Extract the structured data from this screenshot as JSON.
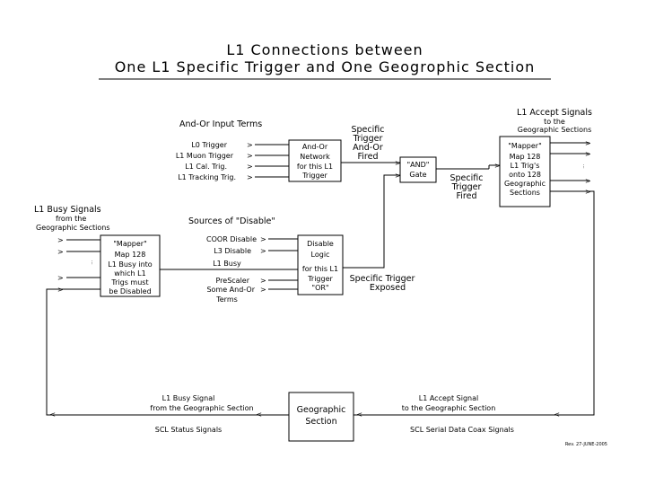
{
  "title": {
    "line1": "L1 Connections between",
    "line2": "One L1 Specific Trigger and One Geogrophic Section"
  },
  "and_or_terms": {
    "heading": "And-Or Input Terms",
    "items": [
      "L0 Trigger",
      "L1 Muon Trigger",
      "L1 Cal. Trig.",
      "L1 Tracking Trig."
    ]
  },
  "and_or_network": {
    "lines": [
      "And-Or",
      "Network",
      "for this L1",
      "Trigger"
    ]
  },
  "specific_trigger_andor_fired": {
    "lines": [
      "Specific",
      "Trigger",
      "And-Or",
      "Fired"
    ]
  },
  "and_gate": {
    "lines": [
      "\"AND\"",
      "Gate"
    ]
  },
  "specific_trigger_fired": {
    "lines": [
      "Specific",
      "Trigger",
      "Fired"
    ]
  },
  "accept_signals": {
    "lines": [
      "L1 Accept Signals",
      "to the",
      "Geographic Sections"
    ]
  },
  "mapper_right": {
    "lines": [
      "\"Mapper\"",
      "Map 128",
      "L1 Trig's",
      "onto 128",
      "Geographic",
      "Sections"
    ],
    "dots": "..."
  },
  "busy_signals": {
    "lines": [
      "L1 Busy Signals",
      "from the",
      "Geographic Sections"
    ]
  },
  "mapper_left": {
    "lines": [
      "\"Mapper\"",
      "Map 128",
      "L1 Busy into",
      "which L1",
      "Trigs must",
      "be Disabled"
    ],
    "dots": "..."
  },
  "disable_sources": {
    "heading": "Sources of \"Disable\"",
    "items": [
      "COOR Disable",
      "L3 Disable",
      "L1 Busy",
      "PreScaler",
      "Some And-Or",
      "Terms"
    ]
  },
  "disable_logic": {
    "lines": [
      "Disable",
      "Logic",
      "for this L1",
      "Trigger",
      "\"OR\""
    ]
  },
  "specific_trigger_exposed": {
    "lines": [
      "Specific Trigger",
      "Exposed"
    ]
  },
  "geographic_section": {
    "lines": [
      "Geographic",
      "Section"
    ]
  },
  "bottom_left": {
    "lines": [
      "L1 Busy Signal",
      "from the Geographic Section"
    ],
    "footer": "SCL Status Signals"
  },
  "bottom_right": {
    "lines": [
      "L1 Accept Signal",
      "to the Geographic Section"
    ],
    "footer": "SCL Serial Data Coax Signals"
  },
  "revision": "Rev. 27-JUNE-2005",
  "arrow_glyph": ">"
}
